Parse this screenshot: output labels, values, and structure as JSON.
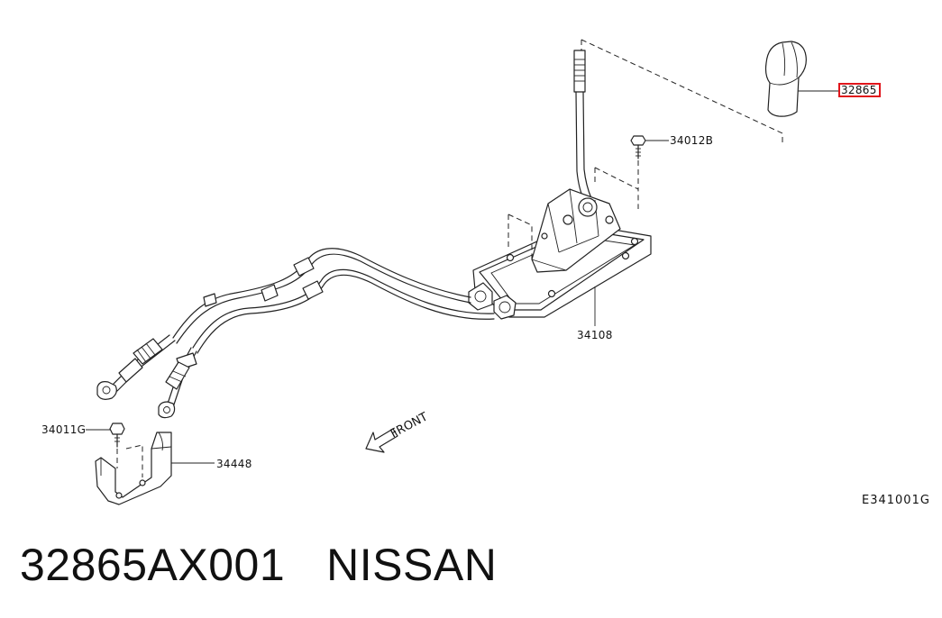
{
  "callouts": {
    "bolt_upper": "34012B",
    "shifter_assembly": "34108",
    "bolt_lower": "34011G",
    "bracket": "34448",
    "knob_highlighted": "32865"
  },
  "direction_label": "FRONT",
  "diagram_code": "E341001G",
  "caption": {
    "part_number": "32865AX001",
    "brand": "NISSAN"
  },
  "colors": {
    "line_art": "#222222",
    "highlight_box": "#e0151b",
    "background": "#ffffff"
  }
}
